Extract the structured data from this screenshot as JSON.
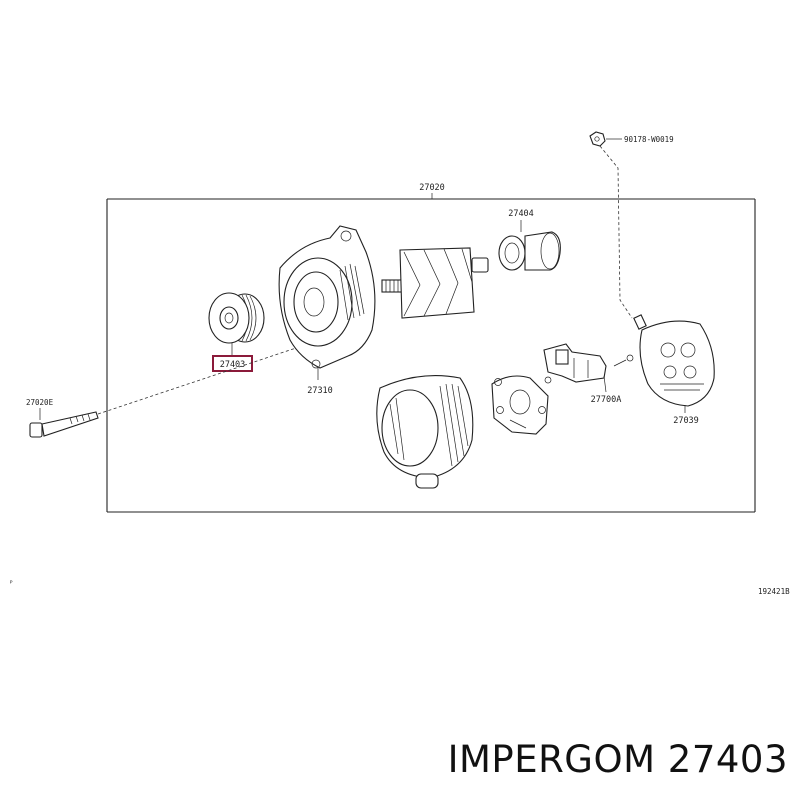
{
  "diagram": {
    "parts": {
      "assembly": "27020",
      "pulley": "27403",
      "drive_end_frame": "27310",
      "bearing_cover": "27404",
      "rear_cover": "27039",
      "bolt": "27020E",
      "regulator": "27700A",
      "nut": "90178-W0019"
    },
    "highlighted_part": "27403",
    "highlight_color": "#8b1a3a",
    "corner_mark": "ᴾ",
    "figure_code": "192421B"
  },
  "caption": {
    "text": "IMPERGOM 27403"
  }
}
